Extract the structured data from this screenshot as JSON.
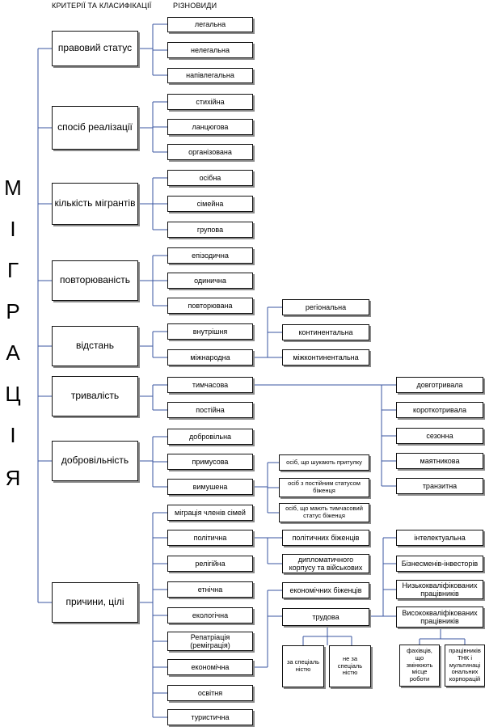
{
  "header": {
    "criteria": "КРИТЕРІЇ ТА КЛАСИФІКАЦІЇ",
    "varieties": "РІЗНОВИДИ"
  },
  "title_letters": [
    "М",
    "І",
    "Г",
    "Р",
    "А",
    "Ц",
    "І",
    "Я"
  ],
  "criteria": {
    "legal_status": "правовий статус",
    "method": "спосіб реалізації",
    "count": "кількість мігрантів",
    "repetition": "повторюваність",
    "distance": "відстань",
    "duration": "тривалість",
    "voluntariness": "добровільність",
    "reasons": "причини, цілі"
  },
  "types": {
    "legal": "легальна",
    "illegal": "нелегальна",
    "semilegal": "напівлегальна",
    "spontaneous": "стихійна",
    "chain": "ланцюгова",
    "organized": "організована",
    "individual": "осібна",
    "family": "сімейна",
    "group": "групова",
    "episodic": "епізодична",
    "single": "одинична",
    "repeated": "повторювана",
    "internal": "внутрішня",
    "international": "міжнародна",
    "regional": "регіональна",
    "continental": "континентальна",
    "intercontinental": "міжконтинентальна",
    "temporary": "тимчасова",
    "permanent": "постійна",
    "long_term": "довготривала",
    "short_term": "короткотривала",
    "seasonal": "сезонна",
    "pendulum": "маятникова",
    "transit": "транзитна",
    "voluntary": "добровільна",
    "forced_a": "примусова",
    "forced_b": "вимушена",
    "asylum": "осіб, що шукають притулку",
    "perm_refugee": "осіб з постійним статусом біженця",
    "temp_refugee": "осіб, що мають тимчасовий статус біженця",
    "family_reunion": "міграція членів сімей",
    "political": "політична",
    "political_refugees": "політичних біженців",
    "diplomatic": "дипломатичного корпусу та військових",
    "religious": "релігійна",
    "ethnic": "етнічна",
    "ecological": "екологічна",
    "repatriation": "Репатріація (реміграція)",
    "economic": "економічна",
    "economic_refugees": "економічних біженців",
    "labor": "трудова",
    "by_specialty": "за спеціаль ністю",
    "not_by_specialty": "не за спеціаль ністю",
    "intellectual": "інтелектуальна",
    "businessmen": "Бізнесменів-інвесторів",
    "low_skilled": "Низькокваліфікованих працівників",
    "high_skilled": "Висококваліфікованих працівників",
    "specialists_change": "фахівців, що змінюють місце роботи",
    "tnc_workers": "працівників ТНК і мультинаці ональних корпорацій",
    "educational": "освітня",
    "tourist": "туристична"
  }
}
